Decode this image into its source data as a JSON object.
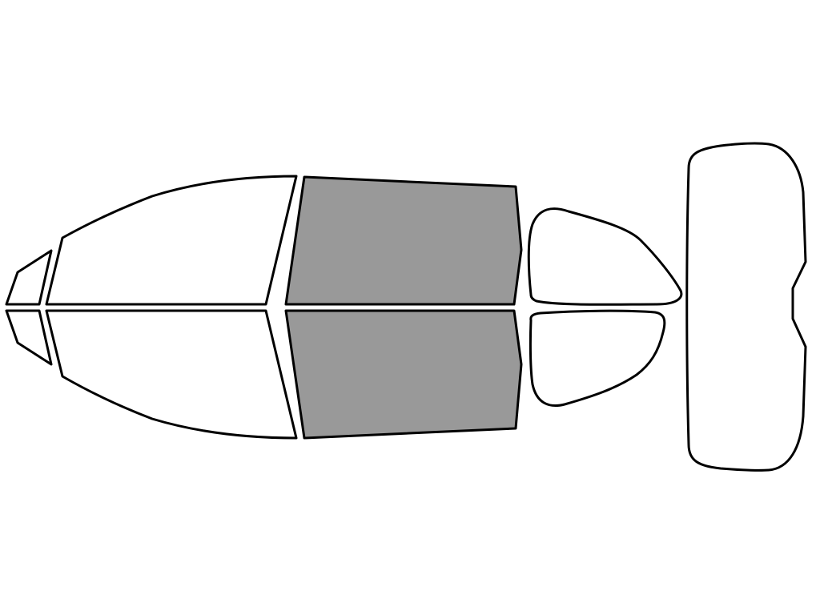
{
  "colors": {
    "background": "#ffffff",
    "outline": "#000000",
    "untinted": "#ffffff",
    "tinted": "#999999"
  },
  "panes": [
    {
      "name": "driver-front-vent-window",
      "tinted": false
    },
    {
      "name": "driver-front-door-window",
      "tinted": false
    },
    {
      "name": "driver-rear-door-window",
      "tinted": true
    },
    {
      "name": "driver-rear-quarter-window",
      "tinted": false
    },
    {
      "name": "passenger-front-vent-window",
      "tinted": false
    },
    {
      "name": "passenger-front-door-window",
      "tinted": false
    },
    {
      "name": "passenger-rear-door-window",
      "tinted": true
    },
    {
      "name": "passenger-rear-quarter-window",
      "tinted": false
    },
    {
      "name": "rear-windshield",
      "tinted": false
    }
  ]
}
